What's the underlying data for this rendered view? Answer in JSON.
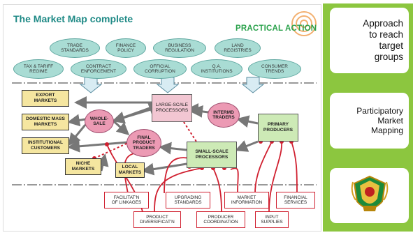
{
  "title": "The Market Map complete",
  "logo_text": "PRACTICAL ACTION",
  "environment": [
    "TRADE\nSTANDARDS",
    "FINANCE\nPOLICY",
    "BUSINESS\nREGULATION",
    "LAND\nREGISTRIES",
    "TAX & TARIFF\nREGIME",
    "CONTRACT\nENFORCEMENT",
    "OFFICIAL\nCORRUPTION",
    "Q.A.\nINSTITUTIONS",
    "CONSUMER\nTRENDS"
  ],
  "markets": [
    "EXPORT\nMARKETS",
    "DOMESTIC MASS\nMARKETS",
    "INSTITUTIONAL\nCUSTOMERS",
    "NICHE\nMARKETS",
    "LOCAL\nMARKETS"
  ],
  "actors": {
    "wholesale": "WHOLE-\nSALE",
    "final_traders": "FINAL\nPRODUCT\nTRADERS",
    "large_processors": "LARGE-SCALE\nPROCESSORS",
    "intermd_traders": "INTERMD\nTRADERS",
    "small_processors": "SMALL-SCALE\nPROCESSORS",
    "primary_producers": "PRIMARY\nPRODUCERS"
  },
  "services": [
    "FACILITAT'N\nOF LINKAGES",
    "PRODUCT\nDIVERSIFICAT'N",
    "UPGRADING\nSTANDARDS",
    "PRODUCER\nCOORDINATION",
    "MARKET\nINFORMATION",
    "INPUT\nSUPPLIES",
    "FINANCIAL\nSERVICES"
  ],
  "sidebar": {
    "card1": "Approach\nto reach\ntarget\ngroups",
    "card2": "Participatory\nMarket\nMapping",
    "emblem_icon": "university-crest-icon"
  },
  "colors": {
    "sidebar_green": "#8cc63f",
    "title_teal": "#1f8a86",
    "logo_orange": "#f0a050",
    "service_red": "#d02030"
  }
}
